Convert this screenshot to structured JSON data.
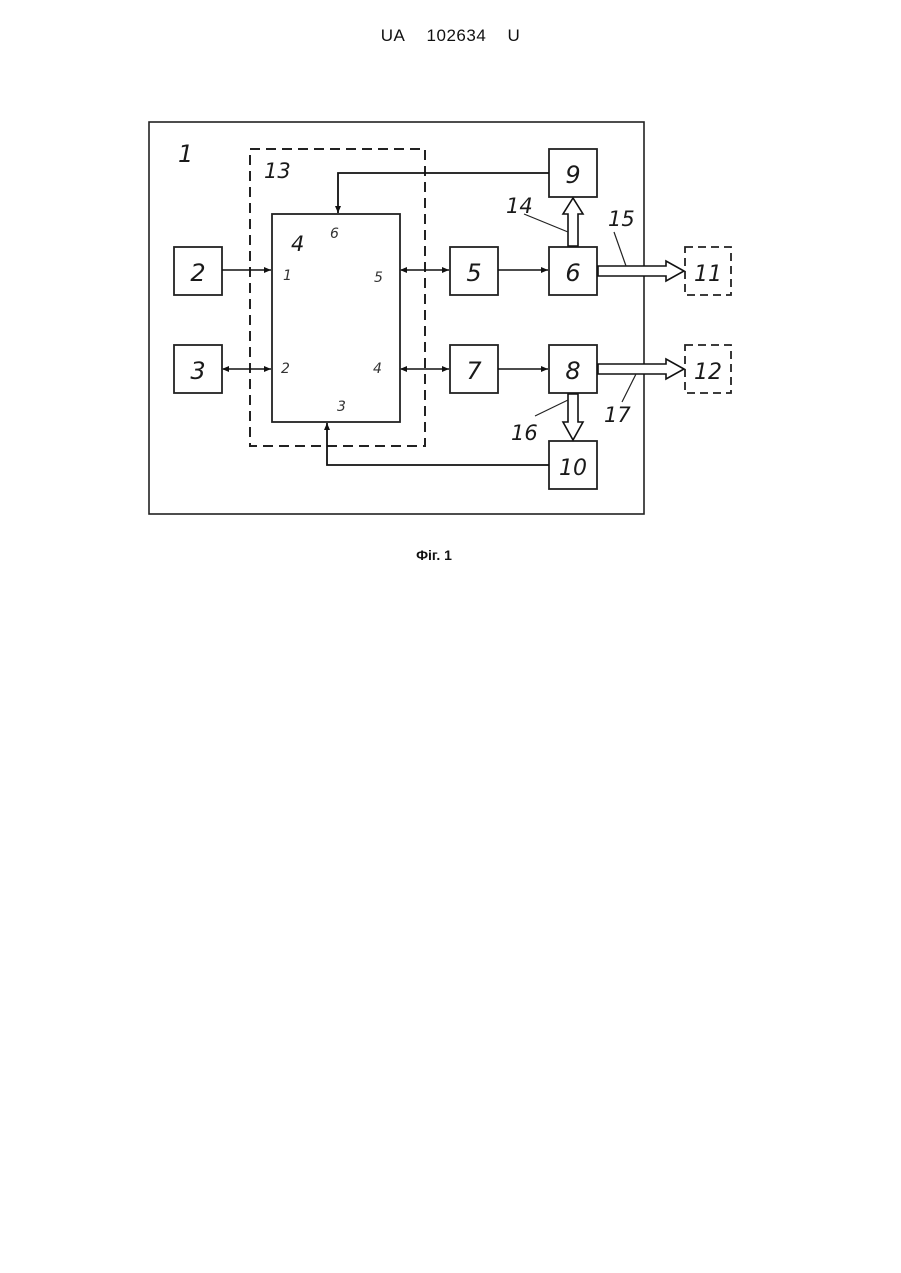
{
  "header": {
    "country": "UA",
    "number": "102634",
    "kind": "U"
  },
  "figure": {
    "caption": "Фіг. 1",
    "container_label": "1",
    "dashed_group_label": "13",
    "blocks": [
      {
        "id": "2",
        "label": "2"
      },
      {
        "id": "3",
        "label": "3"
      },
      {
        "id": "4",
        "label": "4"
      },
      {
        "id": "5",
        "label": "5"
      },
      {
        "id": "6",
        "label": "6"
      },
      {
        "id": "7",
        "label": "7"
      },
      {
        "id": "8",
        "label": "8"
      },
      {
        "id": "9",
        "label": "9"
      },
      {
        "id": "10",
        "label": "10"
      },
      {
        "id": "11",
        "label": "11"
      },
      {
        "id": "12",
        "label": "12"
      }
    ],
    "ports": [
      "1",
      "2",
      "3",
      "4",
      "5",
      "6"
    ],
    "link_labels": [
      "14",
      "15",
      "16",
      "17"
    ]
  }
}
